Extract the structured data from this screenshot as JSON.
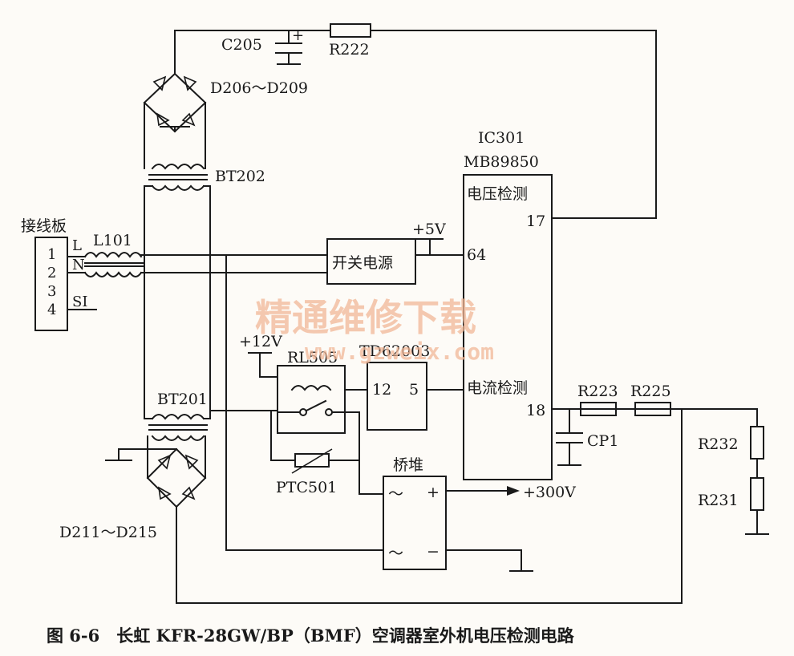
{
  "labels": {
    "c205": "C205",
    "r222": "R222",
    "d206": "D206～D209",
    "bt202": "BT202",
    "ic301": "IC301",
    "mb89850": "MB89850",
    "voltage_detect": "电压检测",
    "pin17": "17",
    "terminal_block": "接线板",
    "l": "L",
    "n": "N",
    "si": "SI",
    "t1": "1",
    "t2": "2",
    "t3": "3",
    "t4": "4",
    "l101": "L101",
    "plus5v": "+5V",
    "switch_psu": "开关电源",
    "pin64": "64",
    "plus12v": "+12V",
    "td62003": "TD62003",
    "rl505": "RL505",
    "p12": "12",
    "p5": "5",
    "current_detect": "电流检测",
    "pin18": "18",
    "r223": "R223",
    "r225": "R225",
    "bt201": "BT201",
    "cp1": "CP1",
    "r232": "R232",
    "r231": "R231",
    "bridge": "桥堆",
    "ptc501": "PTC501",
    "plus300v": "+300V",
    "d211": "D211～D215",
    "tilde1": "～",
    "tilde2": "～",
    "plus": "+",
    "minus": "−",
    "plus_cap": "+"
  },
  "watermark": {
    "cn": "精通维修下载",
    "url": "www.gzweix.com"
  },
  "caption": "图 6-6　长虹 KFR-28GW/BP（BMF）空调器室外机电压检测电路"
}
